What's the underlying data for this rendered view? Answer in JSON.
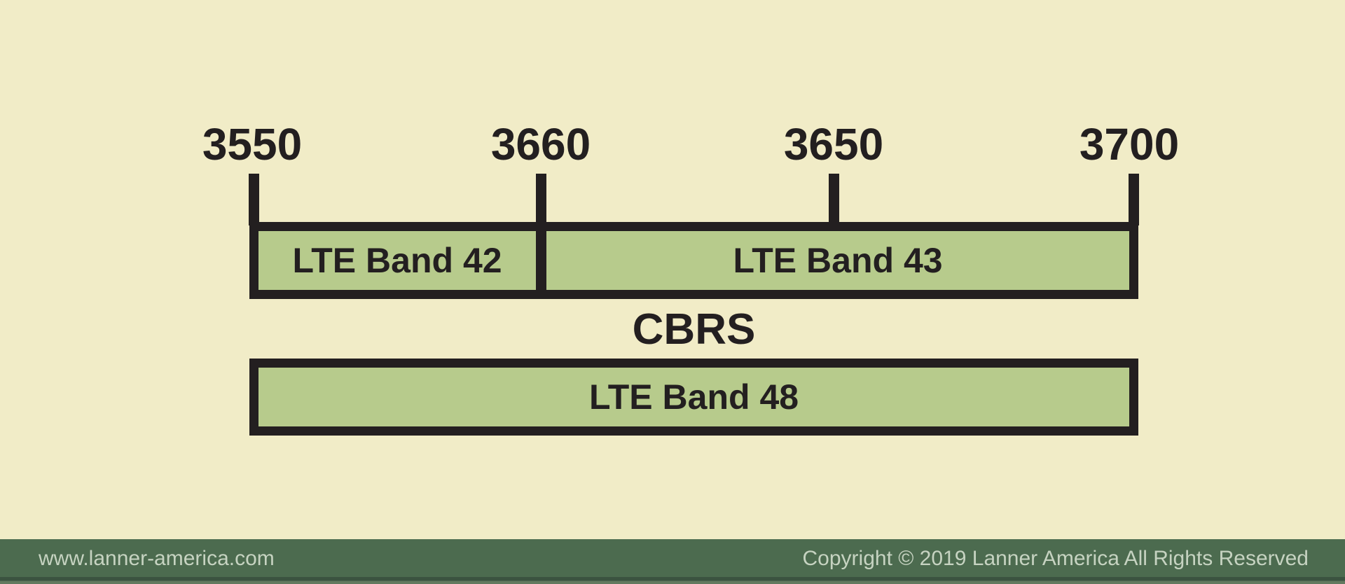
{
  "diagram": {
    "type": "frequency-band-diagram",
    "frequency_ticks": [
      {
        "label": "3550"
      },
      {
        "label": "3660"
      },
      {
        "label": "3650"
      },
      {
        "label": "3700"
      }
    ],
    "row1_bands": [
      {
        "label": "LTE Band 42"
      },
      {
        "label": "LTE Band 43"
      }
    ],
    "center_label": "CBRS",
    "row2_band": {
      "label": "LTE Band 48"
    }
  },
  "footer": {
    "website": "www.lanner-america.com",
    "copyright": "Copyright © 2019 Lanner America All Rights Reserved"
  },
  "colors": {
    "background": "#f1ecc7",
    "band_fill": "#b7cb8c",
    "outline": "#231f20",
    "footer_background": "#4c6b4f",
    "footer_text": "#c6d3c1"
  }
}
